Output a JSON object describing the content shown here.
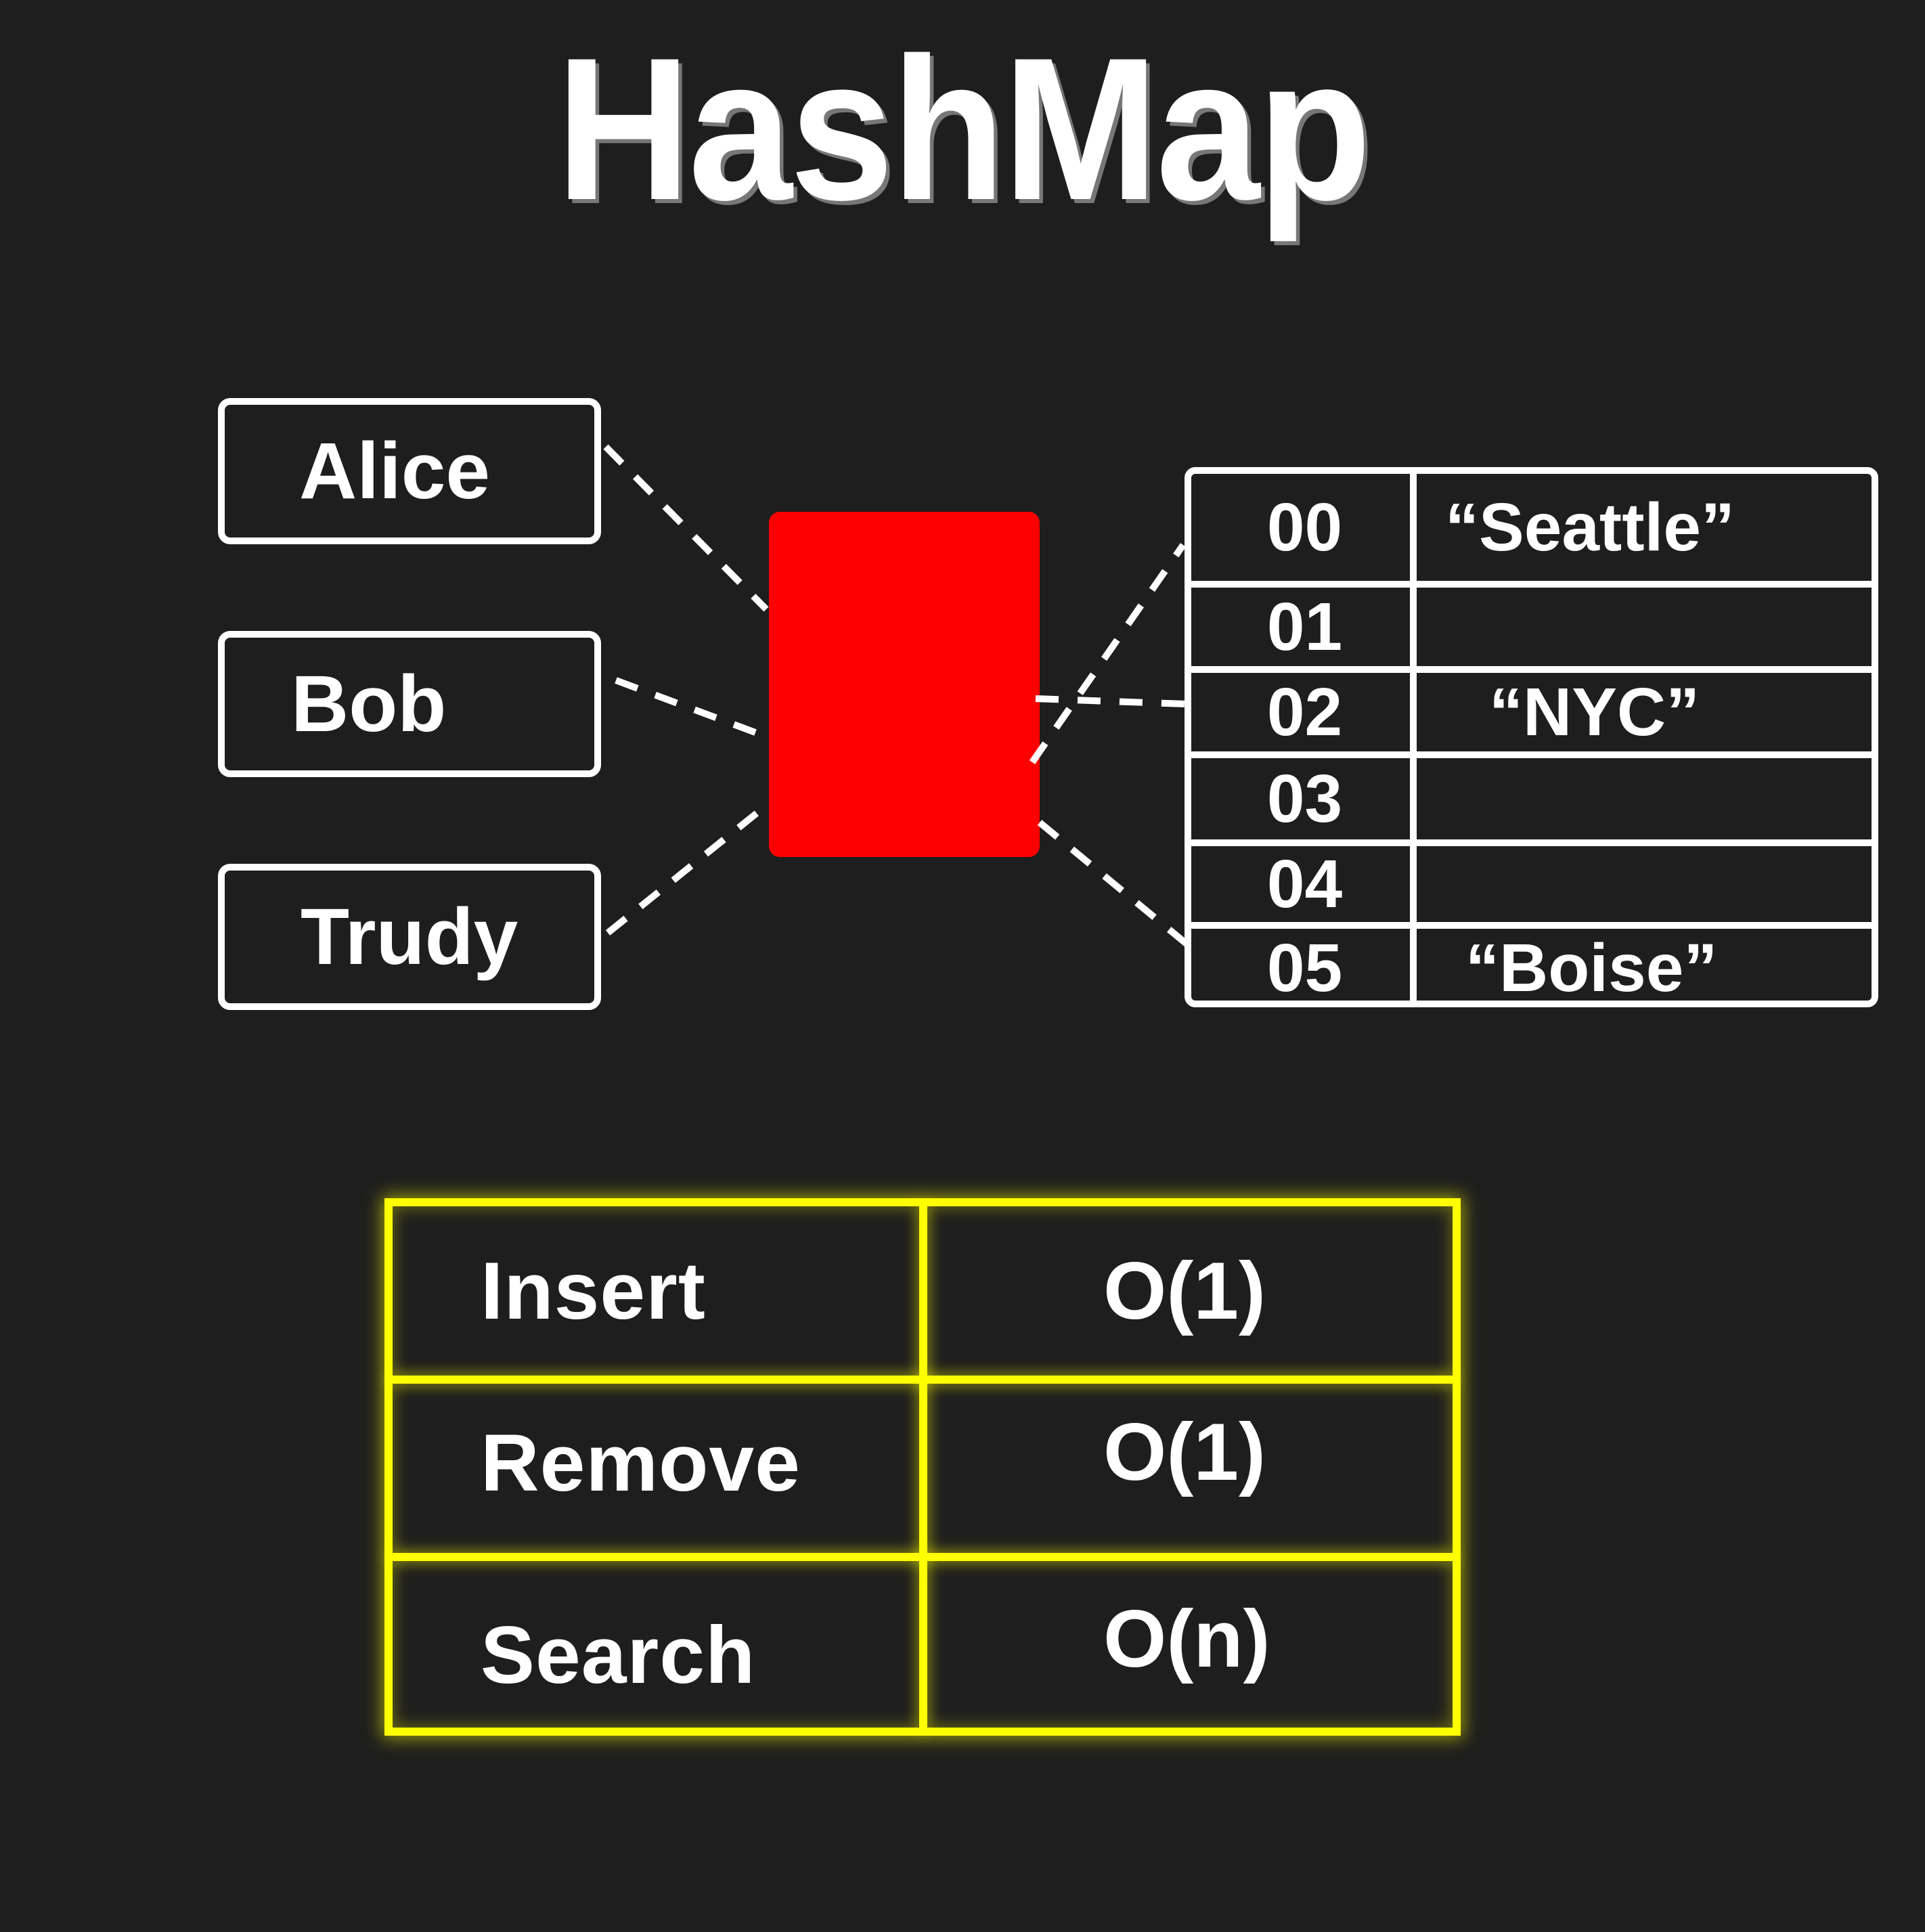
{
  "title": "HashMap",
  "keys": [
    "Alice",
    "Bob",
    "Trudy"
  ],
  "buckets": [
    {
      "index": "00",
      "value": "“Seattle”"
    },
    {
      "index": "01",
      "value": ""
    },
    {
      "index": "02",
      "value": "“NYC”"
    },
    {
      "index": "03",
      "value": ""
    },
    {
      "index": "04",
      "value": ""
    },
    {
      "index": "05",
      "value": "“Boise”"
    }
  ],
  "complexity": [
    {
      "operation": "Insert",
      "cost": "O(1)"
    },
    {
      "operation": "Remove",
      "cost": "O(1)"
    },
    {
      "operation": "Search",
      "cost": "O(n)"
    }
  ],
  "colors": {
    "background": "#1e1e1e",
    "hash_function": "#ff0000",
    "complexity_border": "#ffff00",
    "lines": "#ffffff"
  }
}
